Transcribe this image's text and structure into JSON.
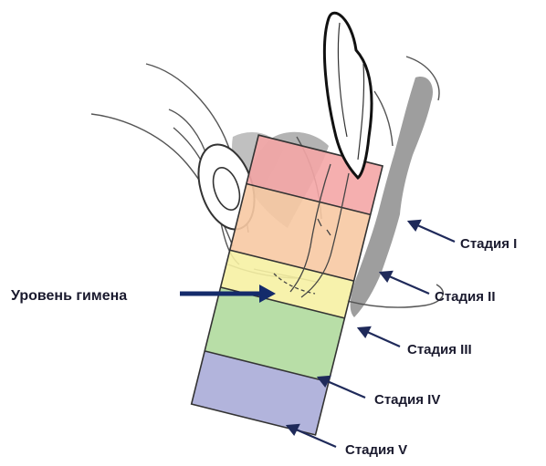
{
  "hymen_label": "Уровень гимена",
  "stages": [
    {
      "label": "Стадия I",
      "color": "#f4a6a6"
    },
    {
      "label": "Стадия II",
      "color": "#f7c9a3"
    },
    {
      "label": "Стадия III",
      "color": "#f6f1a3"
    },
    {
      "label": "Стадия IV",
      "color": "#b4dca2"
    },
    {
      "label": "Стадия V",
      "color": "#aeb0da"
    }
  ],
  "colors": {
    "outline": "#222222",
    "anatomy_line": "#555555",
    "shadow_tissue": "#8d8d8d",
    "arrow": "#1f2a5a",
    "hymen_arrow": "#142b6b",
    "text": "#1a1a2e"
  }
}
